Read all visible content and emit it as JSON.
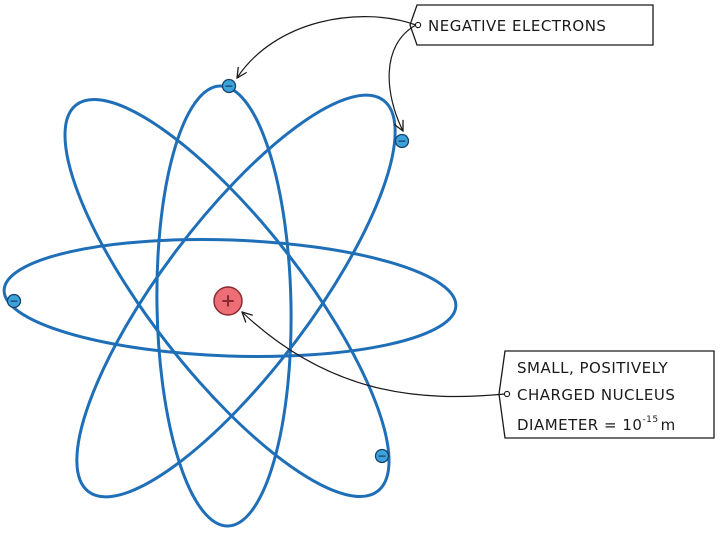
{
  "colors": {
    "orbit": "#1f6fb8",
    "electron_fill": "#3aa3dc",
    "electron_stroke": "#1a3f66",
    "nucleus_fill": "#ee6e78",
    "nucleus_stroke": "#8a2a30",
    "ink": "#1a1a1a"
  },
  "nucleus": {
    "sign": "+"
  },
  "electrons": [
    {
      "sign": "−"
    },
    {
      "sign": "−"
    },
    {
      "sign": "−"
    },
    {
      "sign": "−"
    }
  ],
  "labels": {
    "electrons": "NEGATIVE ELECTRONS",
    "nucleus_line1": "SMALL, POSITIVELY",
    "nucleus_line2": "CHARGED NUCLEUS",
    "nucleus_line3": "DIAMETER = 10",
    "nucleus_exponent": "-15",
    "nucleus_unit": "m"
  },
  "icons": {
    "nucleus": "plus-sign-icon",
    "electron": "minus-sign-icon"
  }
}
